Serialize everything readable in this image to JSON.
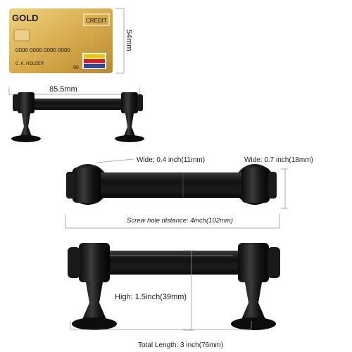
{
  "card": {
    "brand": "GOLD",
    "type_label": "CREDIT",
    "number_text": "0000 0000 0000 0000",
    "valid_thru": "90",
    "holder_text": "C. K. HOLDER",
    "colors": {
      "gold_light": "#e8c46a",
      "gold_dark": "#b9882e",
      "stripe_yellow": "#f2c500",
      "stripe_red": "#d0202a",
      "stripe_blue": "#2a4aa0"
    }
  },
  "dimensions": {
    "card_height": "54mm",
    "card_width": "85.5mm",
    "post_wide_small": "Wide: 0.4 inch(11mm)",
    "post_wide_large": "Wide: 0.7 inch(18mm)",
    "screw_hole_distance": "Screw hole distance: 4inch(102mm)",
    "height": "High: 1.5inch(39mm)",
    "total_length": "Total Length: 3 inch(76mm)"
  },
  "colors": {
    "metal": "#151515",
    "metal_highlight": "#4a4a4a",
    "dimension_line": "#777777"
  }
}
